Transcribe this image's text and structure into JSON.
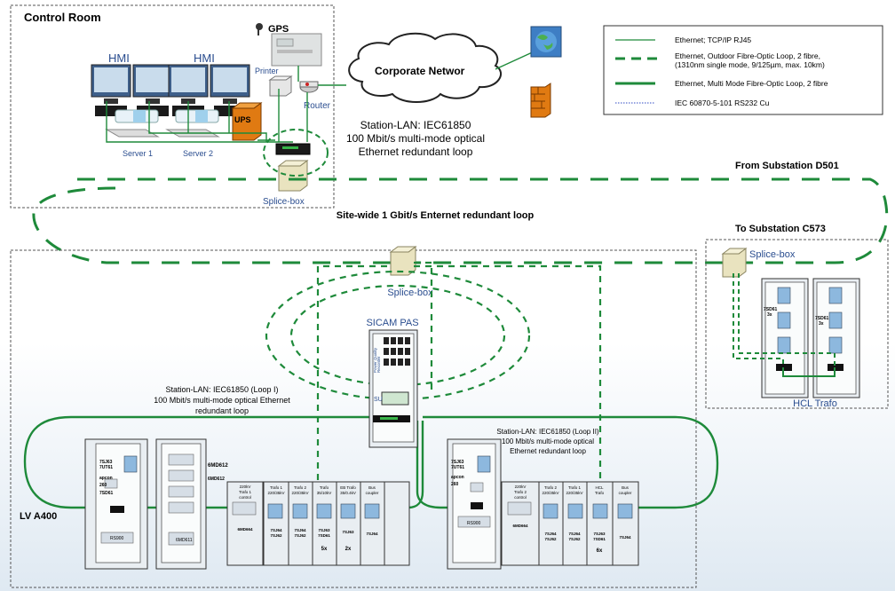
{
  "labels": {
    "control_room": "Control Room",
    "gps": "GPS",
    "hmi_1": "HMI",
    "hmi_2": "HMI",
    "printer": "Printer",
    "ups": "UPS",
    "router": "Router",
    "server_1": "Server 1",
    "server_2": "Server 2",
    "splice_box_1": "Splice-box",
    "splice_box_2": "Splice-box",
    "splice_box_3": "Splice-box",
    "corporate_network": "Corporate Networ",
    "station_lan_top": [
      "Station-LAN: IEC61850",
      "100 Mbit/s multi-mode optical",
      "Ethernet redundant loop"
    ],
    "from_substation": "From Substation D501",
    "to_substation": "To Substation C573",
    "site_loop": "Site-wide 1 Gbit/s Enternet redundant loop",
    "sicam_pas": "SICAM PAS",
    "station_lan_loop1": [
      "Station-LAN: IEC61850 (Loop I)",
      "100 Mbit/s multi-mode optical Ethernet",
      "redundant loop"
    ],
    "station_lan_loop2": [
      "Station-LAN: IEC61850 (Loop II)",
      "100 Mbit/s multi-mode optical",
      "Ethernet redundant loop"
    ],
    "lv": "LV A400",
    "hcl_trafo": "HCL Trafo",
    "sicam_rack_1": "Power Quality",
    "sicam_rack_2": "Recorder",
    "sicam_su": "SU"
  },
  "legend": [
    {
      "text": [
        "Ethernet; TCP/IP  RJ45"
      ],
      "style": "thin"
    },
    {
      "text": [
        "Ethernet, Outdoor Fibre-Optic Loop, 2 fibre,",
        "(1310nm single mode, 9/125µm, max. 10km)"
      ],
      "style": "dashed"
    },
    {
      "text": [
        "Ethernet, Multi Mode Fibre-Optic Loop, 2 fibre"
      ],
      "style": "thick"
    },
    {
      "text": [
        "IEC 60870-5-101  RS232  Cu"
      ],
      "style": "dotted"
    }
  ],
  "colors": {
    "green": "#1e8a3a",
    "blue_text": "#2a4d8f",
    "box_border": "#666666"
  },
  "left_cabinets": {
    "c1": [
      "7SJ63",
      "7UT61",
      "apcon",
      "260",
      "7SD61",
      "RS900"
    ],
    "c2": [
      "6MD611",
      "6MD612",
      "6MD612"
    ]
  },
  "left_panels": [
    {
      "title": [
        "220kV",
        "Trafo 1",
        "control"
      ],
      "body": [
        "6MD664"
      ],
      "note": ""
    },
    {
      "title": [
        "Trafo 1",
        "220/35kV"
      ],
      "body": [
        "7SJ64",
        "7SJ62"
      ],
      "note": ""
    },
    {
      "title": [
        "Trafo 2",
        "220/35kV"
      ],
      "body": [
        "7SJ64",
        "7SJ62"
      ],
      "note": ""
    },
    {
      "title": [
        "Trafo",
        "35/10kV"
      ],
      "body": [
        "7SJ63",
        "7SD61"
      ],
      "note": "5x"
    },
    {
      "title": [
        "EB Trafo",
        "35/0.4kV"
      ],
      "body": [
        "7SJ63"
      ],
      "note": "2x"
    },
    {
      "title": [
        "Bus",
        "coupler"
      ],
      "body": [
        "7SJ64"
      ],
      "note": ""
    }
  ],
  "right_cabinet": [
    "7SJ63",
    "7UT61",
    "apcon",
    "260",
    "RS900"
  ],
  "right_panels": [
    {
      "title": [
        "220kV",
        "Trafo 2",
        "control"
      ],
      "body": [
        "6MD664"
      ],
      "note": ""
    },
    {
      "title": [
        "Trafo 2",
        "220/35kV"
      ],
      "body": [
        "7SJ64",
        "7SJ62"
      ],
      "note": ""
    },
    {
      "title": [
        "Trafo 1",
        "220/35kV"
      ],
      "body": [
        "7SJ64",
        "7SJ62"
      ],
      "note": ""
    },
    {
      "title": [
        "HCL",
        "Trafo"
      ],
      "body": [
        "7SJ63",
        "7SD61"
      ],
      "note": "6x"
    },
    {
      "title": [
        "Bus",
        "coupler"
      ],
      "body": [
        "7SJ64"
      ],
      "note": ""
    }
  ],
  "hcl_cabinets": [
    "7SD61",
    "3x",
    "7SD61",
    "3x"
  ]
}
